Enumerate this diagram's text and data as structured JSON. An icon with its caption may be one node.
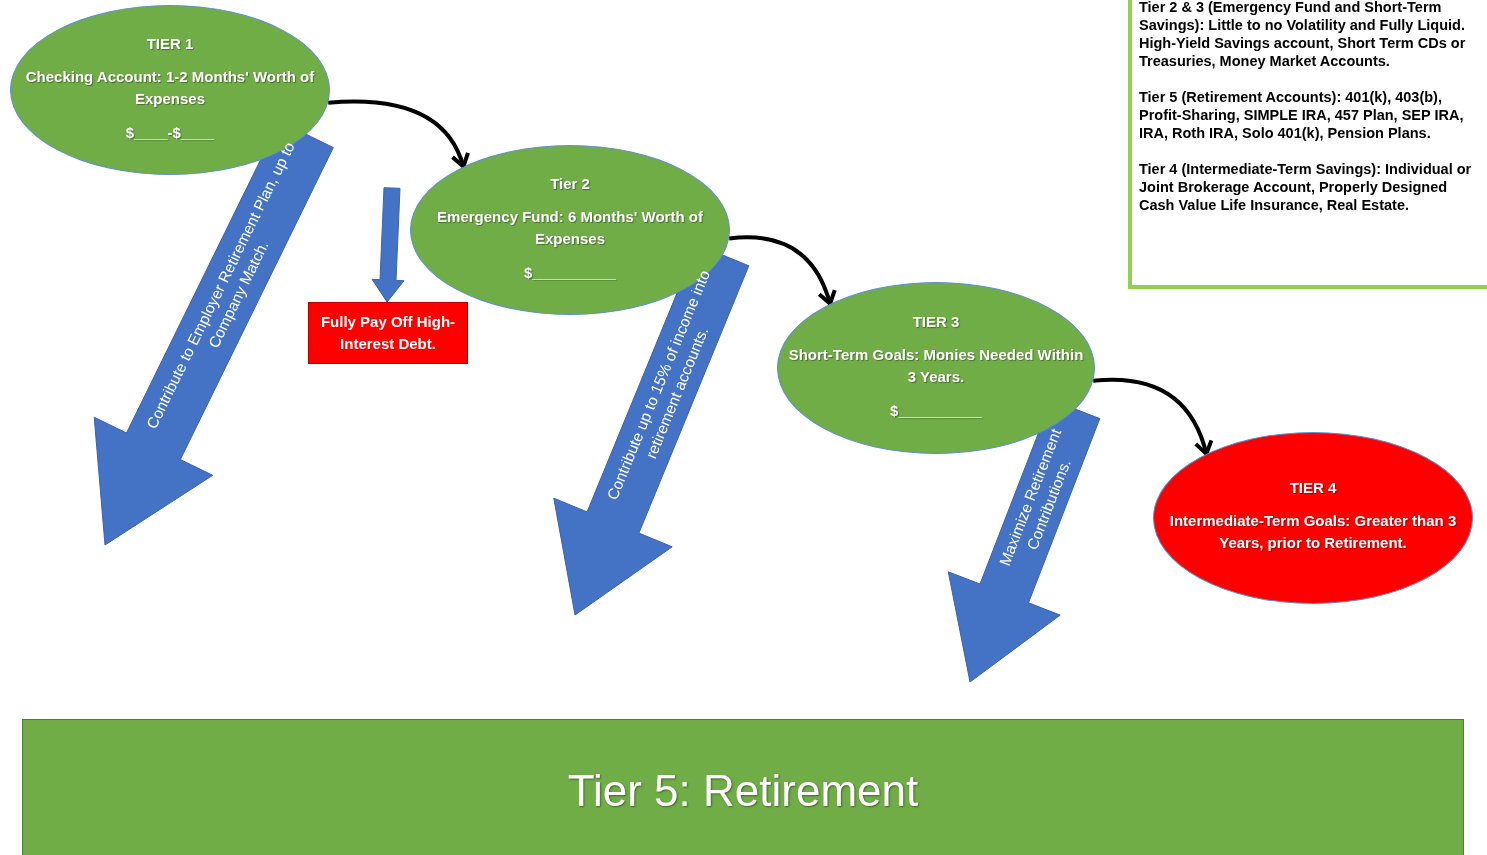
{
  "diagram": {
    "nodes": [
      {
        "text": [
          "TIER 1",
          "Checking Account: 1-2 Months' Worth of Expenses",
          "$____-$____"
        ]
      },
      {
        "text": [
          "Tier 2",
          "Emergency Fund: 6 Months' Worth of Expenses",
          "$__________"
        ]
      },
      {
        "text": [
          "Fully Pay Off High-Interest Debt."
        ]
      },
      {
        "text": [
          "TIER 3",
          "Short-Term Goals: Monies Needed Within 3 Years.",
          "$__________"
        ]
      },
      {
        "text": [
          "TIER 4",
          "Intermediate-Term Goals: Greater than 3 Years, prior to Retirement."
        ]
      },
      {
        "text": [
          "Tier 5: Retirement"
        ]
      },
      {
        "text": [
          "Tier 2 & 3 (Emergency Fund and Short-Term Savings): Little to no Volatility and Fully Liquid. High-Yield Savings account, Short Term CDs or Treasuries, Money Market Accounts.",
          "Tier 5 (Retirement Accounts): 401(k), 403(b), Profit-Sharing, SIMPLE IRA, 457 Plan, SEP IRA, IRA, Roth IRA, Solo 401(k), Pension Plans.",
          "Tier 4 (Intermediate-Term Savings): Individual or Joint Brokerage Account, Properly Designed Cash Value Life Insurance, Real Estate."
        ]
      }
    ],
    "edges": [
      {
        "from": 0,
        "to": 1,
        "arrow": "to"
      },
      {
        "from": 1,
        "to": 3,
        "arrow": "to"
      },
      {
        "from": 3,
        "to": 4,
        "arrow": "to"
      },
      {
        "from": 0,
        "to": null,
        "arrow": "to",
        "label": "Contribute to Employer Retirement Plan, up to Company Match.",
        "style": "thick",
        "color": "#4472c4"
      },
      {
        "from": null,
        "to": 2,
        "arrow": "to",
        "style": "thick",
        "color": "#4472c4"
      },
      {
        "from": 1,
        "to": null,
        "arrow": "to",
        "label": "Contribute up to 15% of income into retirement accounts.",
        "style": "thick",
        "color": "#4472c4"
      },
      {
        "from": 3,
        "to": null,
        "arrow": "to",
        "label": "Maximize Retirement Contributions.",
        "style": "thick",
        "color": "#4472c4"
      }
    ]
  }
}
